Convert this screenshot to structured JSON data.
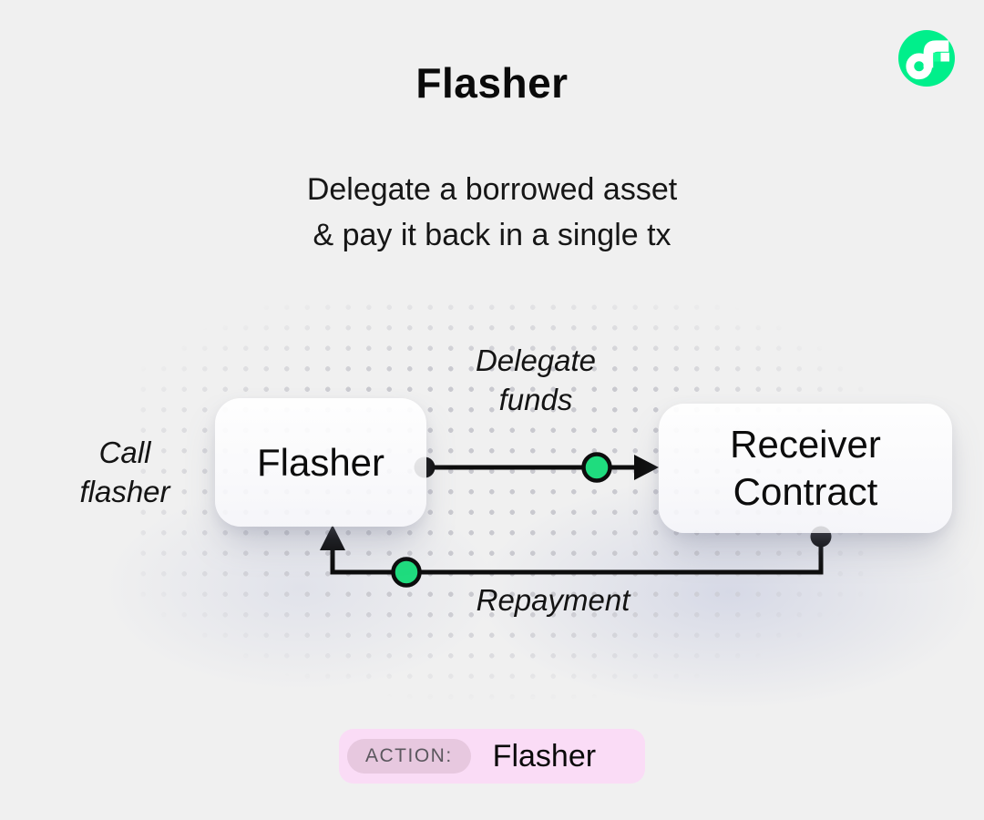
{
  "header": {
    "title": "Flasher",
    "subtitle_line1": "Delegate a borrowed asset",
    "subtitle_line2": "& pay it back in a single tx"
  },
  "logo": {
    "name": "flow-logo",
    "circle_color": "#00EF8B",
    "glyph_color": "#FFFFFF",
    "accent_square_color": "#16FF99"
  },
  "diagram": {
    "nodes": [
      {
        "id": "flasher",
        "label": "Flasher"
      },
      {
        "id": "receiver-contract",
        "label_line1": "Receiver",
        "label_line2": "Contract"
      }
    ],
    "edges": [
      {
        "id": "delegate-funds",
        "label_line1": "Delegate",
        "label_line2": "funds",
        "direction": "flasher → receiver-contract"
      },
      {
        "id": "repayment",
        "label": "Repayment",
        "direction": "receiver-contract → flasher"
      }
    ],
    "side_label": {
      "line1": "Call",
      "line2": "flasher"
    },
    "colors": {
      "token_green": "#1FDC7E",
      "line_black": "#0d0d0d",
      "dot_grid": "#c9c9cf"
    }
  },
  "footer": {
    "badge_label": "ACTION:",
    "badge_value": "Flasher",
    "badge_bg": "#FADCF6",
    "badge_label_bg": "#E7C8DF"
  }
}
